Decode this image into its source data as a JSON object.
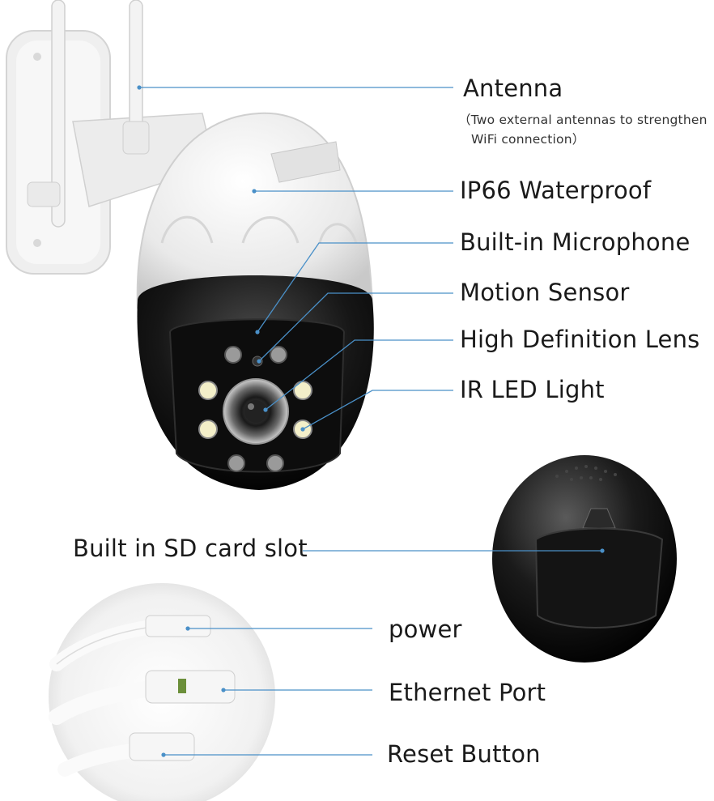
{
  "callouts": {
    "antenna": "Antenna",
    "antenna_note_line1": "（Two external antennas to strengthen",
    "antenna_note_line2": "WiFi connection）",
    "waterproof": "IP66 Waterproof",
    "microphone": "Built-in Microphone",
    "motion_sensor": "Motion Sensor",
    "lens": "High Definition Lens",
    "ir_led": "IR LED Light",
    "sd_slot": "Built in SD card slot",
    "power": "power",
    "ethernet": "Ethernet Port",
    "reset": "Reset Button"
  },
  "colors": {
    "leader_line": "#4a90c8",
    "camera_shell": "#f2f2f2",
    "camera_face": "#111111",
    "led_white": "#f3efc9",
    "led_ir": "#9a9a9a"
  }
}
